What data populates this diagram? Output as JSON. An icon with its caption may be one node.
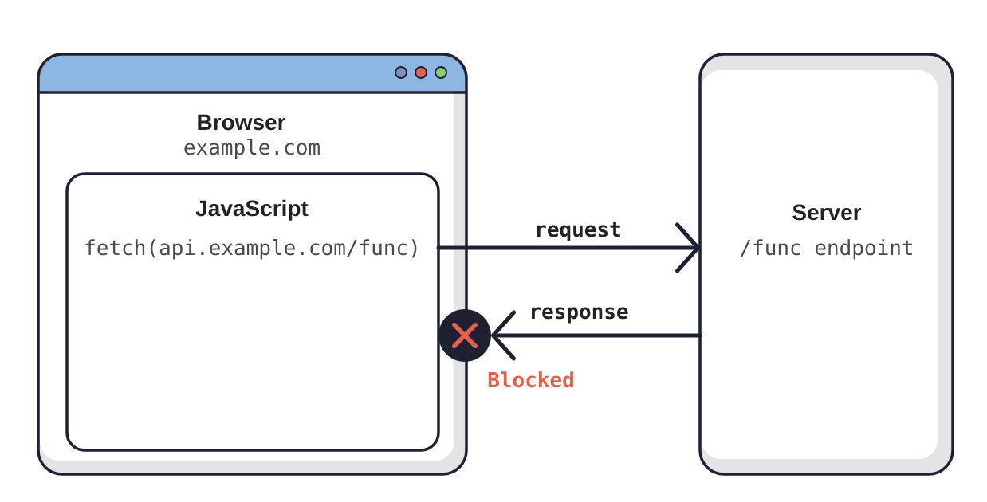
{
  "diagram": {
    "nodes": [
      {
        "text": [
          "Browser",
          "example.com"
        ]
      },
      {
        "text": [
          "JavaScript",
          "fetch(api.example.com/func)"
        ],
        "in": 0
      },
      {
        "text": [
          "Server",
          "/func endpoint"
        ]
      },
      {
        "text": [],
        "shape": "circle",
        "beside": [
          "Blocked"
        ]
      }
    ],
    "edges": [
      {
        "from": 1,
        "to": 2,
        "arrow": "to",
        "label": "request"
      },
      {
        "from": 2,
        "to": 3,
        "arrow": "to",
        "label": "response"
      }
    ]
  }
}
